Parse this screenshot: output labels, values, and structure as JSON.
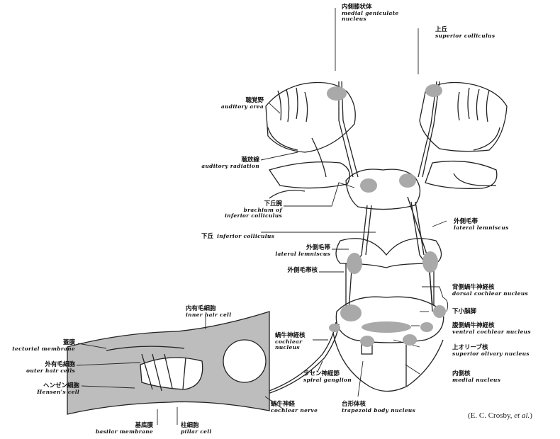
{
  "labels": {
    "medial_geniculate": {
      "jp": "内側膝状体",
      "en1": "medial geniculate",
      "en2": "nucleus"
    },
    "superior_colliculus": {
      "jp": "上丘",
      "en": "superior colliculus"
    },
    "auditory_area": {
      "jp": "聴覚野",
      "en": "auditory area"
    },
    "auditory_radiation": {
      "jp": "聴放線",
      "en": "auditory radiation"
    },
    "brachium": {
      "jp": "下丘腕",
      "en1": "brachium of",
      "en2": "inferior colliculus"
    },
    "inferior_colliculus": {
      "jp": "下丘",
      "en": "inferior colliculus"
    },
    "lateral_lemniscus_right": {
      "jp": "外側毛帯",
      "en": "lateral lemniscus"
    },
    "lateral_lemniscus_left": {
      "jp": "外側毛帯",
      "en": "lateral lemniscus"
    },
    "lateral_lemniscus_nucleus": {
      "jp": "外側毛帯核"
    },
    "dorsal_cochlear": {
      "jp": "背側蝸牛神経核",
      "en": "dorsal cochlear nucleus"
    },
    "inferior_cerebellar": {
      "jp": "下小脳脚"
    },
    "ventral_cochlear": {
      "jp": "腹側蝸牛神経核",
      "en": "ventral cochlear nucleus"
    },
    "superior_olivary": {
      "jp": "上オリーブ核",
      "en": "superior olivary nucleus"
    },
    "medial_nucleus": {
      "jp": "内側核",
      "en": "medial nucleus"
    },
    "cochlear_nucleus": {
      "jp": "蝸牛神経核",
      "en1": "cochlear",
      "en2": "nucleus"
    },
    "spiral_ganglion": {
      "jp": "ラセン神経節",
      "en": "spiral ganglion"
    },
    "trapezoid": {
      "jp": "台形体核",
      "en": "trapezoid body nucleus"
    },
    "cochlear_nerve": {
      "jp": "蝸牛神経",
      "en": "cochlear nerve"
    },
    "inner_hair_cell": {
      "jp": "内有毛細胞",
      "en": "inner hair cell"
    },
    "tectorial": {
      "jp": "蓋膜",
      "en": "tectorial membrane"
    },
    "outer_hair": {
      "jp": "外有毛細胞",
      "en": "outer hair cells"
    },
    "hensen": {
      "jp": "ヘンゼン細胞",
      "en": "Hensen's cell"
    },
    "basilar": {
      "jp": "基底膜",
      "en": "basilar membrane"
    },
    "pillar": {
      "jp": "柱細胞",
      "en": "pillar cell"
    }
  },
  "credit": {
    "main": "(E. C. Crosby, ",
    "italic": "et al.",
    "end": ")"
  }
}
